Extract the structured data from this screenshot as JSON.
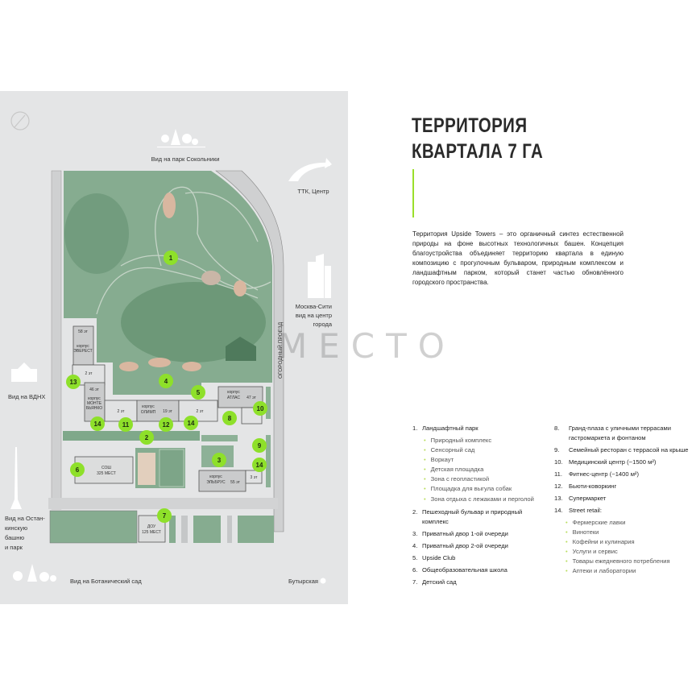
{
  "title": {
    "line1": "ТЕРРИТОРИЯ",
    "line2": "КВАРТАЛА 7 ГА"
  },
  "intro": "Территория Upside Towers – это органичный синтез естественной природы на фоне высотных технологичных башен. Концепция благоустройства объединяет территорию квартала в единую композицию с прогулочным бульваром, природным комплексом и ландшафтным парком, который станет частью обновлённого городского пространства.",
  "colors": {
    "accent": "#9adf2a",
    "marker": "#8ee02a",
    "park": "#7fa88a",
    "background": "#e4e5e6"
  },
  "legend_left": [
    {
      "num": "1.",
      "label": "Ландшафтный парк",
      "subs": [
        "Природный комплекс",
        "Сенсорный сад",
        "Воркаут",
        "Детская площадка",
        "Зона с геопластикой",
        "Площадка для выгула собак",
        "Зона отдыха с лежаками и перголой"
      ]
    },
    {
      "num": "2.",
      "label": "Пешеходный бульвар и природный комплекс",
      "subs": []
    },
    {
      "num": "3.",
      "label": "Приватный двор 1-ой очереди",
      "subs": []
    },
    {
      "num": "4.",
      "label": "Приватный двор 2-ой очереди",
      "subs": []
    },
    {
      "num": "5.",
      "label": "Upside Club",
      "subs": []
    },
    {
      "num": "6.",
      "label": "Общеобразовательная школа",
      "subs": []
    },
    {
      "num": "7.",
      "label": "Детский сад",
      "subs": []
    }
  ],
  "legend_right": [
    {
      "num": "8.",
      "label": "Гранд-плаза с уличными террасами гастромаркета и фонтаном",
      "subs": []
    },
    {
      "num": "9.",
      "label": "Семейный ресторан с террасой на крыше",
      "subs": []
    },
    {
      "num": "10.",
      "label": "Медицинский центр (~1500 м²)",
      "subs": []
    },
    {
      "num": "11.",
      "label": "Фитнес-центр (~1400 м²)",
      "subs": []
    },
    {
      "num": "12.",
      "label": "Бьюти-коворкинг",
      "subs": []
    },
    {
      "num": "13.",
      "label": "Супермаркет",
      "subs": []
    },
    {
      "num": "14.",
      "label": "Street retail:",
      "subs": [
        "Фермерские лавки",
        "Винотеки",
        "Кофейни и кулинария",
        "Услуги и сервис",
        "Товары ежедневного потребления",
        "Аптеки и лаборатории"
      ]
    }
  ],
  "map": {
    "views": {
      "sokolniki": "Вид на парк Сокольники",
      "ttk": "ТТК, Центр",
      "city1": "Москва-Сити",
      "city2": "вид на центр",
      "city3": "города",
      "vdnh": "Вид на ВДНХ",
      "ost1": "Вид на Остан-",
      "ost2": "кинскую",
      "ost3": "башню",
      "ost4": "и парк",
      "botan": "Вид на Ботанический сад",
      "butyrskaya": "Бутырская",
      "street": "ОГОРОДНЫЙ ПРОЕЗД"
    },
    "buildings": {
      "everest_floors": "58 эт",
      "everest_sub": "корпус",
      "everest": "ЭВЕРЕСТ",
      "two1": "2 эт",
      "monte_floors": "46 эт",
      "monte_sub": "корпус",
      "monte1": "МОНТЕ",
      "monte2": "БЬЯНКО",
      "two2": "2 эт",
      "olimp_sub": "корпус",
      "olimp": "ОЛИМП",
      "olimp_floors": "19 эт",
      "two3": "2 эт",
      "atlas_sub": "корпус",
      "atlas": "АТЛАС",
      "atlas_floors": "47 эт",
      "elbrus_sub": "корпус",
      "elbrus": "ЭЛЬБРУС",
      "elbrus_floors": "55 эт",
      "three": "3 эт",
      "school1": "СОШ",
      "school2": "325 МЕСТ",
      "kinder1": "ДОУ",
      "kinder2": "125 МЕСТ"
    },
    "markers": [
      "1",
      "4",
      "5",
      "13",
      "14",
      "11",
      "12",
      "14",
      "10",
      "8",
      "2",
      "9",
      "3",
      "14",
      "6",
      "7"
    ]
  },
  "watermark": "МЕСТО"
}
